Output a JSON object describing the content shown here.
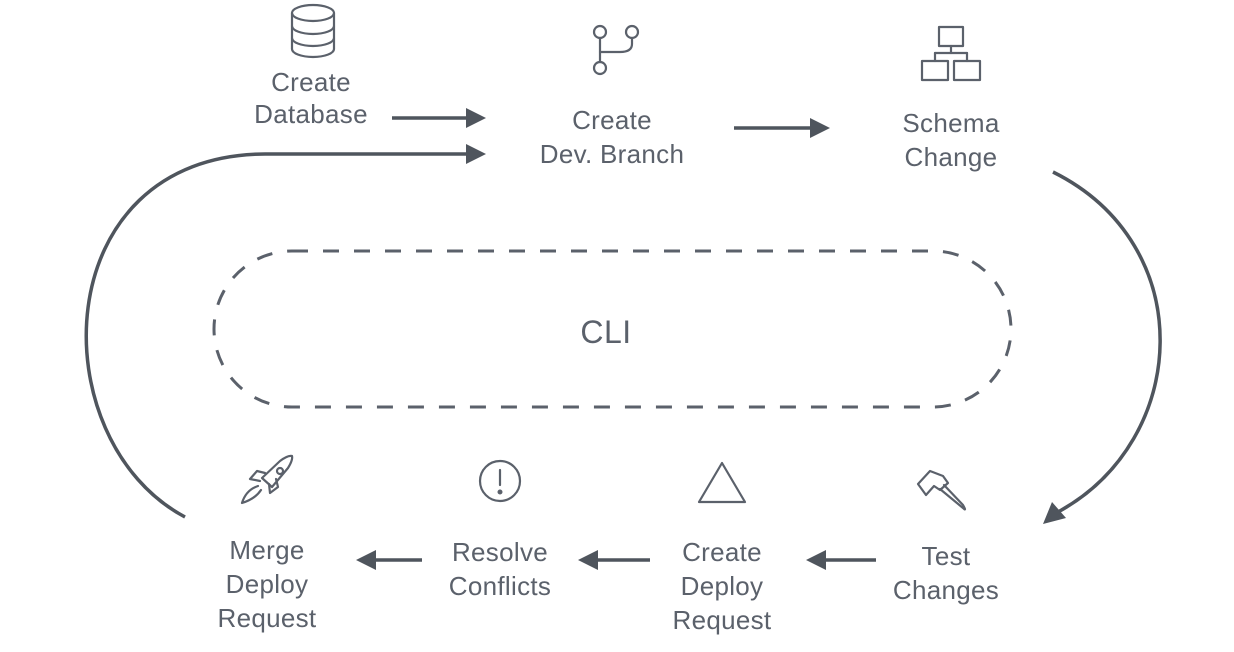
{
  "colors": {
    "ink": "#5b616b",
    "line": "#4f555d",
    "background": "#ffffff"
  },
  "center": {
    "label": "CLI"
  },
  "steps": [
    {
      "id": "create-database",
      "icon": "database-icon",
      "lines": [
        "Create",
        "Database"
      ]
    },
    {
      "id": "create-dev-branch",
      "icon": "git-branch-icon",
      "lines": [
        "Create",
        "Dev. Branch"
      ]
    },
    {
      "id": "schema-change",
      "icon": "schema-hierarchy-icon",
      "lines": [
        "Schema",
        "Change"
      ]
    },
    {
      "id": "test-changes",
      "icon": "hammer-icon",
      "lines": [
        "Test",
        "Changes"
      ]
    },
    {
      "id": "create-deploy-request",
      "icon": "triangle-icon",
      "lines": [
        "Create",
        "Deploy",
        "Request"
      ]
    },
    {
      "id": "resolve-conflicts",
      "icon": "alert-circle-icon",
      "lines": [
        "Resolve",
        "Conflicts"
      ]
    },
    {
      "id": "merge-deploy-request",
      "icon": "rocket-icon",
      "lines": [
        "Merge",
        "Deploy",
        "Request"
      ]
    }
  ]
}
